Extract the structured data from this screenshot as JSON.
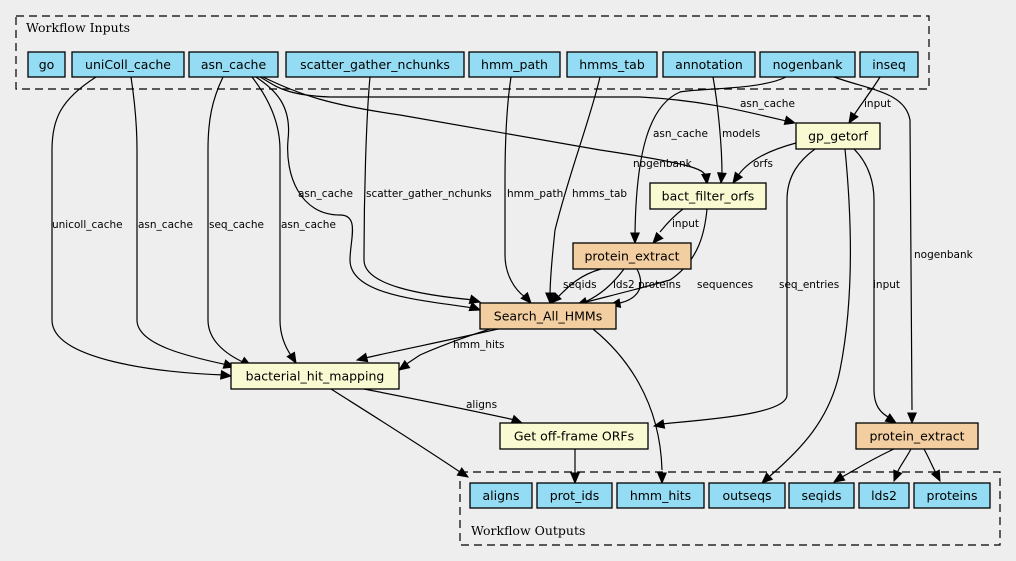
{
  "colors": {
    "background": "#eeeeee",
    "io_node": "#94dcf3",
    "tool_node": "#fafad2",
    "subworkflow_node": "#f3cea1",
    "stroke": "#000000"
  },
  "clusters": {
    "inputs": {
      "label": "Workflow Inputs"
    },
    "outputs": {
      "label": "Workflow Outputs"
    }
  },
  "nodes": [
    {
      "id": "in_go",
      "label": "go",
      "kind": "io"
    },
    {
      "id": "in_unicoll",
      "label": "uniColl_cache",
      "kind": "io"
    },
    {
      "id": "in_asn",
      "label": "asn_cache",
      "kind": "io"
    },
    {
      "id": "in_sg",
      "label": "scatter_gather_nchunks",
      "kind": "io"
    },
    {
      "id": "in_hmmpath",
      "label": "hmm_path",
      "kind": "io"
    },
    {
      "id": "in_hmmstab",
      "label": "hmms_tab",
      "kind": "io"
    },
    {
      "id": "in_annot",
      "label": "annotation",
      "kind": "io"
    },
    {
      "id": "in_nogen",
      "label": "nogenbank",
      "kind": "io"
    },
    {
      "id": "in_inseq",
      "label": "inseq",
      "kind": "io"
    },
    {
      "id": "gp_getorf",
      "label": "gp_getorf",
      "kind": "tool"
    },
    {
      "id": "bact_filter",
      "label": "bact_filter_orfs",
      "kind": "tool"
    },
    {
      "id": "pe1",
      "label": "protein_extract",
      "kind": "subworkflow"
    },
    {
      "id": "search",
      "label": "Search_All_HMMs",
      "kind": "subworkflow"
    },
    {
      "id": "bhm",
      "label": "bacterial_hit_mapping",
      "kind": "tool"
    },
    {
      "id": "offframe",
      "label": "Get off-frame ORFs",
      "kind": "tool"
    },
    {
      "id": "pe2",
      "label": "protein_extract",
      "kind": "subworkflow"
    },
    {
      "id": "out_aligns",
      "label": "aligns",
      "kind": "io"
    },
    {
      "id": "out_protids",
      "label": "prot_ids",
      "kind": "io"
    },
    {
      "id": "out_hmmhits",
      "label": "hmm_hits",
      "kind": "io"
    },
    {
      "id": "out_outseqs",
      "label": "outseqs",
      "kind": "io"
    },
    {
      "id": "out_seqids",
      "label": "seqids",
      "kind": "io"
    },
    {
      "id": "out_lds2",
      "label": "lds2",
      "kind": "io"
    },
    {
      "id": "out_proteins",
      "label": "proteins",
      "kind": "io"
    }
  ],
  "edges": [
    {
      "from": "in_unicoll",
      "to": "bhm",
      "label": "unicoll_cache"
    },
    {
      "from": "in_unicoll",
      "to": "bhm",
      "label": "asn_cache"
    },
    {
      "from": "in_asn",
      "to": "bhm",
      "label": "seq_cache"
    },
    {
      "from": "in_asn",
      "to": "bhm",
      "label": "asn_cache"
    },
    {
      "from": "in_asn",
      "to": "search",
      "label": "asn_cache"
    },
    {
      "from": "in_asn",
      "to": "gp_getorf",
      "label": "asn_cache"
    },
    {
      "from": "in_asn",
      "to": "bact_filter",
      "label": "asn_cache"
    },
    {
      "from": "in_sg",
      "to": "search",
      "label": "scatter_gather_nchunks"
    },
    {
      "from": "in_hmmpath",
      "to": "search",
      "label": "hmm_path"
    },
    {
      "from": "in_hmmstab",
      "to": "search",
      "label": "hmms_tab"
    },
    {
      "from": "in_annot",
      "to": "bact_filter",
      "label": "models"
    },
    {
      "from": "in_nogen",
      "to": "pe1",
      "label": "nogenbank"
    },
    {
      "from": "in_nogen",
      "to": "pe2",
      "label": "nogenbank"
    },
    {
      "from": "in_inseq",
      "to": "gp_getorf",
      "label": "input"
    },
    {
      "from": "gp_getorf",
      "to": "bact_filter",
      "label": "orfs"
    },
    {
      "from": "gp_getorf",
      "to": "offframe",
      "label": "seq_entries"
    },
    {
      "from": "gp_getorf",
      "to": "out_outseqs",
      "label": ""
    },
    {
      "from": "gp_getorf",
      "to": "pe2",
      "label": "input"
    },
    {
      "from": "bact_filter",
      "to": "pe1",
      "label": "input"
    },
    {
      "from": "bact_filter",
      "to": "bhm",
      "label": "sequences"
    },
    {
      "from": "pe1",
      "to": "search",
      "label": "seqids"
    },
    {
      "from": "pe1",
      "to": "search",
      "label": "lds2"
    },
    {
      "from": "pe1",
      "to": "search",
      "label": "proteins"
    },
    {
      "from": "search",
      "to": "bhm",
      "label": "hmm_hits"
    },
    {
      "from": "search",
      "to": "out_hmmhits",
      "label": ""
    },
    {
      "from": "bhm",
      "to": "offframe",
      "label": "aligns"
    },
    {
      "from": "bhm",
      "to": "out_aligns",
      "label": ""
    },
    {
      "from": "offframe",
      "to": "out_protids",
      "label": ""
    },
    {
      "from": "pe2",
      "to": "out_seqids",
      "label": ""
    },
    {
      "from": "pe2",
      "to": "out_lds2",
      "label": ""
    },
    {
      "from": "pe2",
      "to": "out_proteins",
      "label": ""
    }
  ]
}
